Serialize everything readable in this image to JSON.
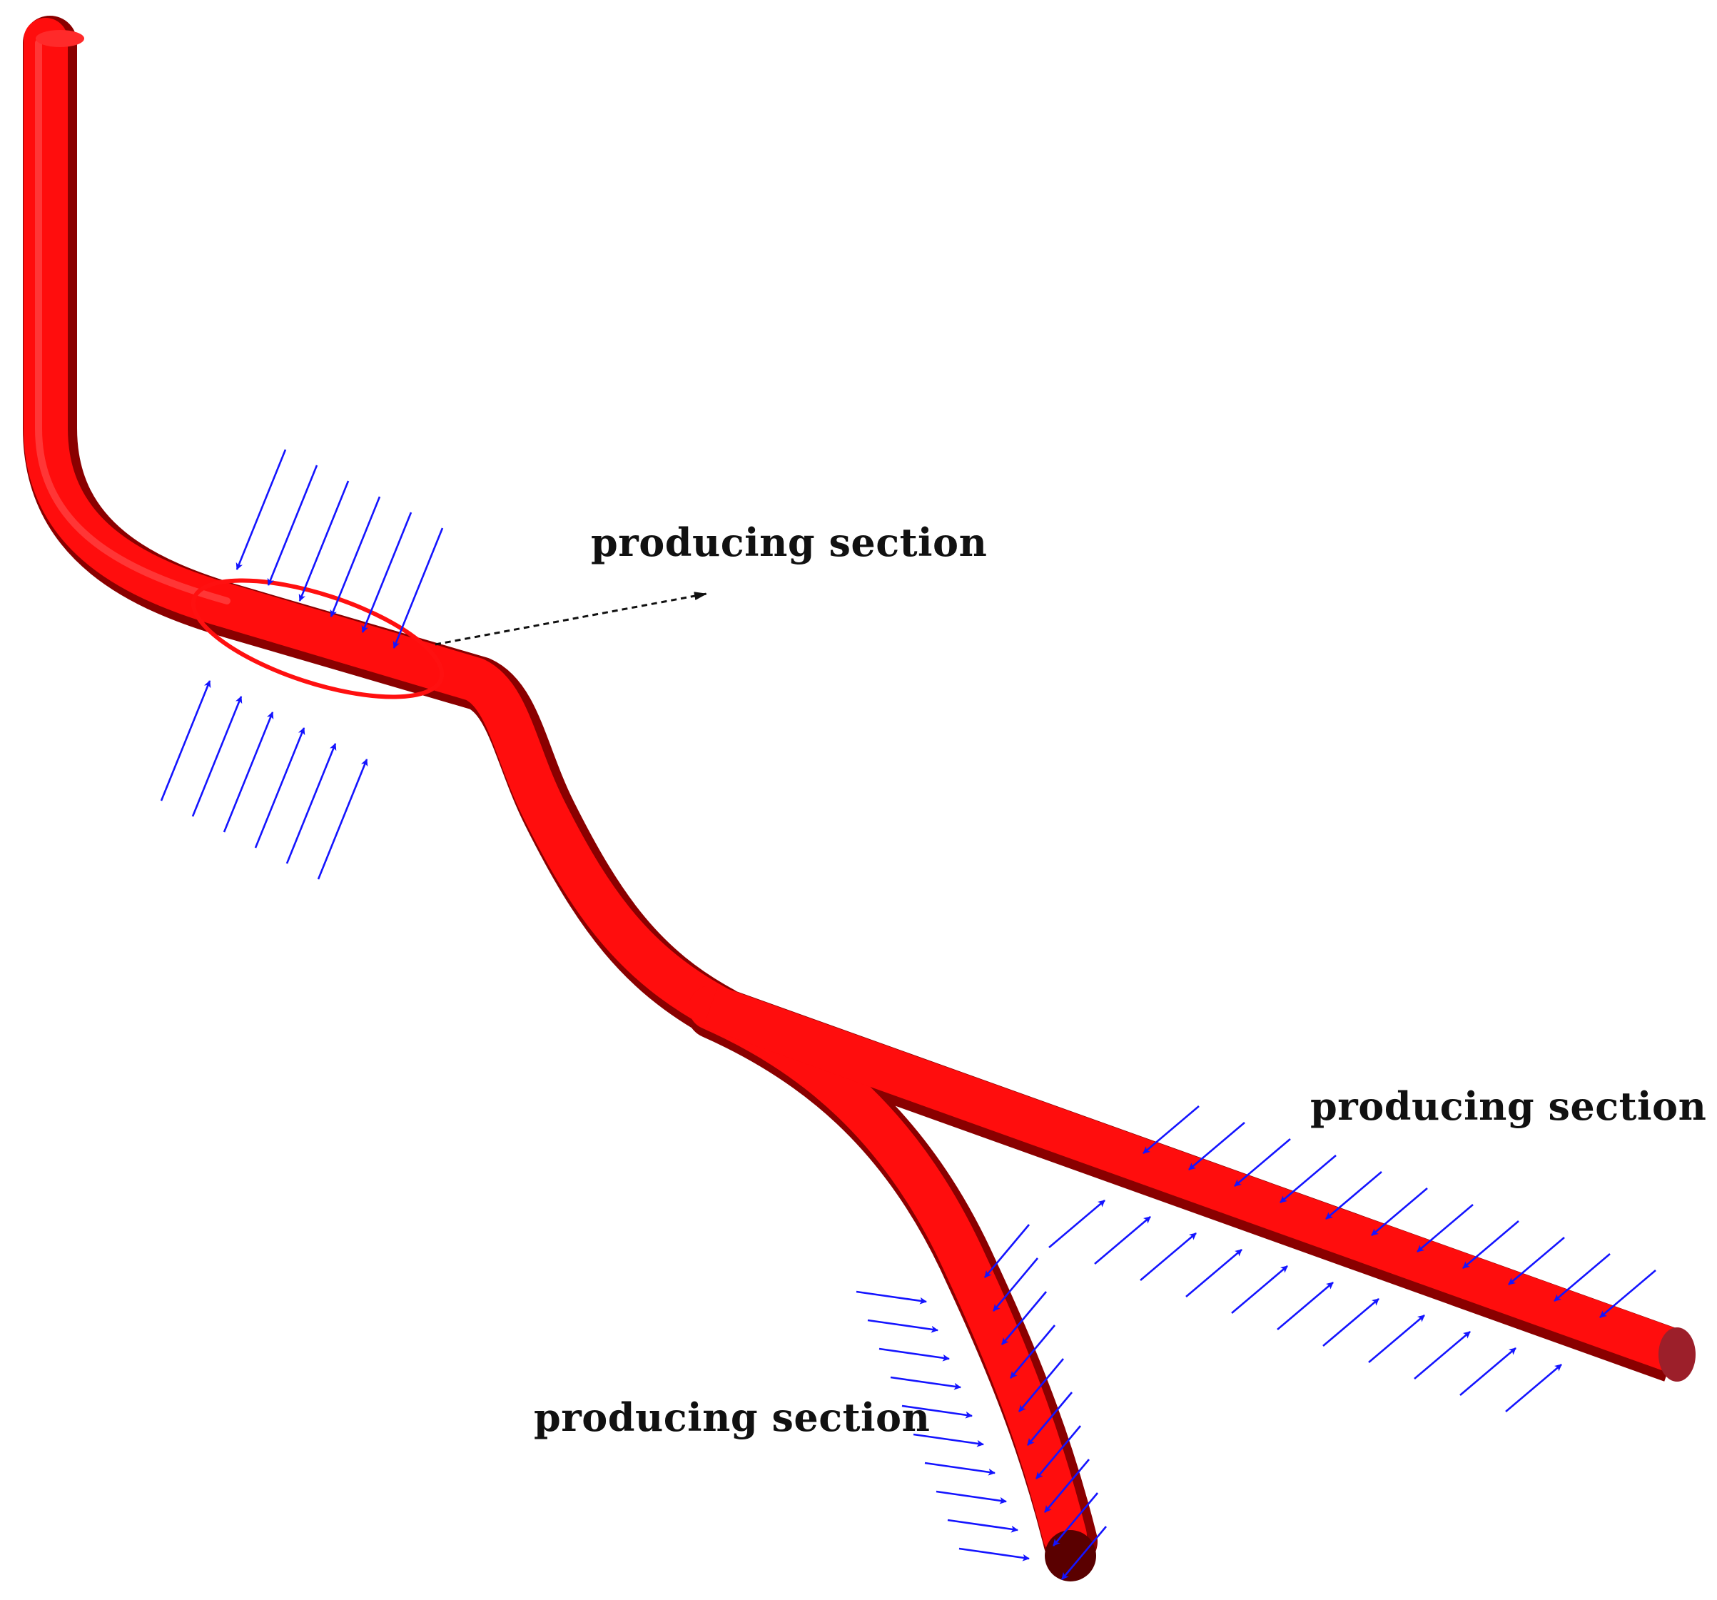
{
  "labels": {
    "upper": "producing section",
    "right": "producing section",
    "lower": "producing section"
  },
  "colors": {
    "pipe": "#ff0d0d",
    "pipe_shadow": "#8a0000",
    "pipe_end": "#9c1f2a",
    "arrows": "#1414ff",
    "highlight_ring": "#ff1010",
    "leader_arrow": "#111111"
  }
}
